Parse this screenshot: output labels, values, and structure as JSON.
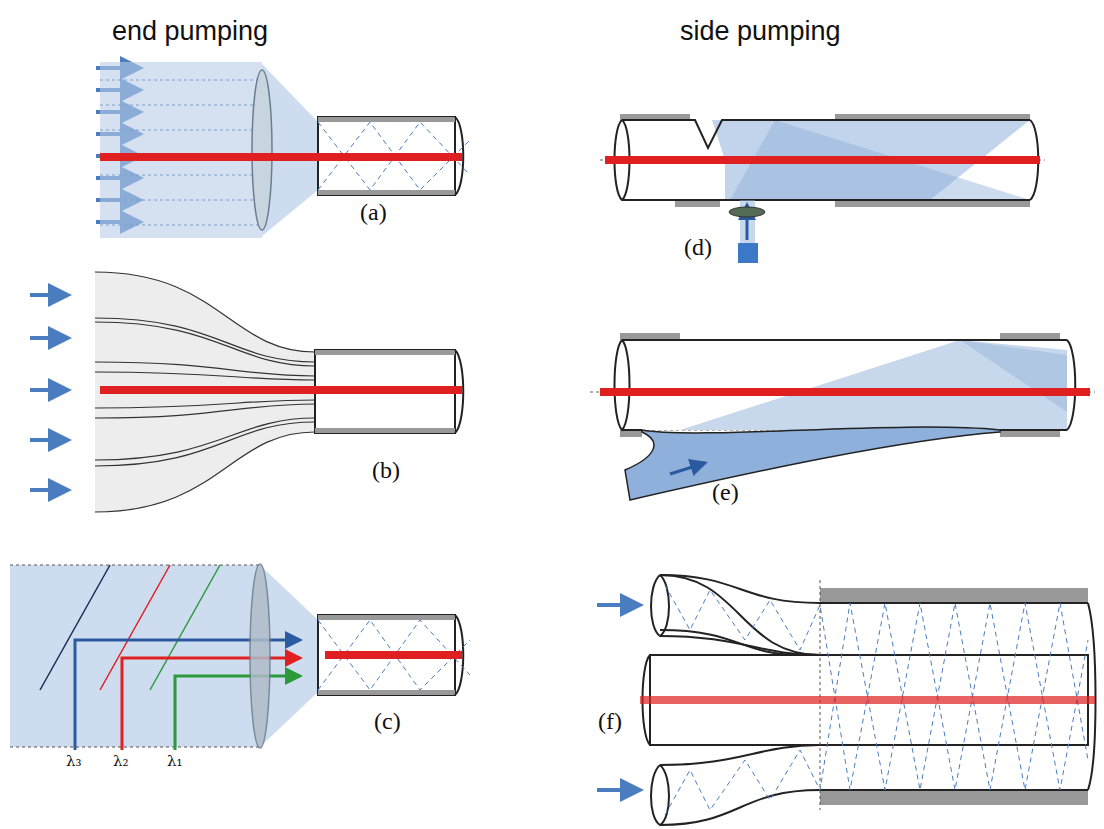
{
  "diagram": {
    "labels": [
      "end pumping",
      "side pumping",
      "(a)",
      "(b)",
      "(c)",
      "(d)",
      "(e)",
      "(f)",
      "λ₃",
      "λ₂",
      "λ₁"
    ]
  }
}
